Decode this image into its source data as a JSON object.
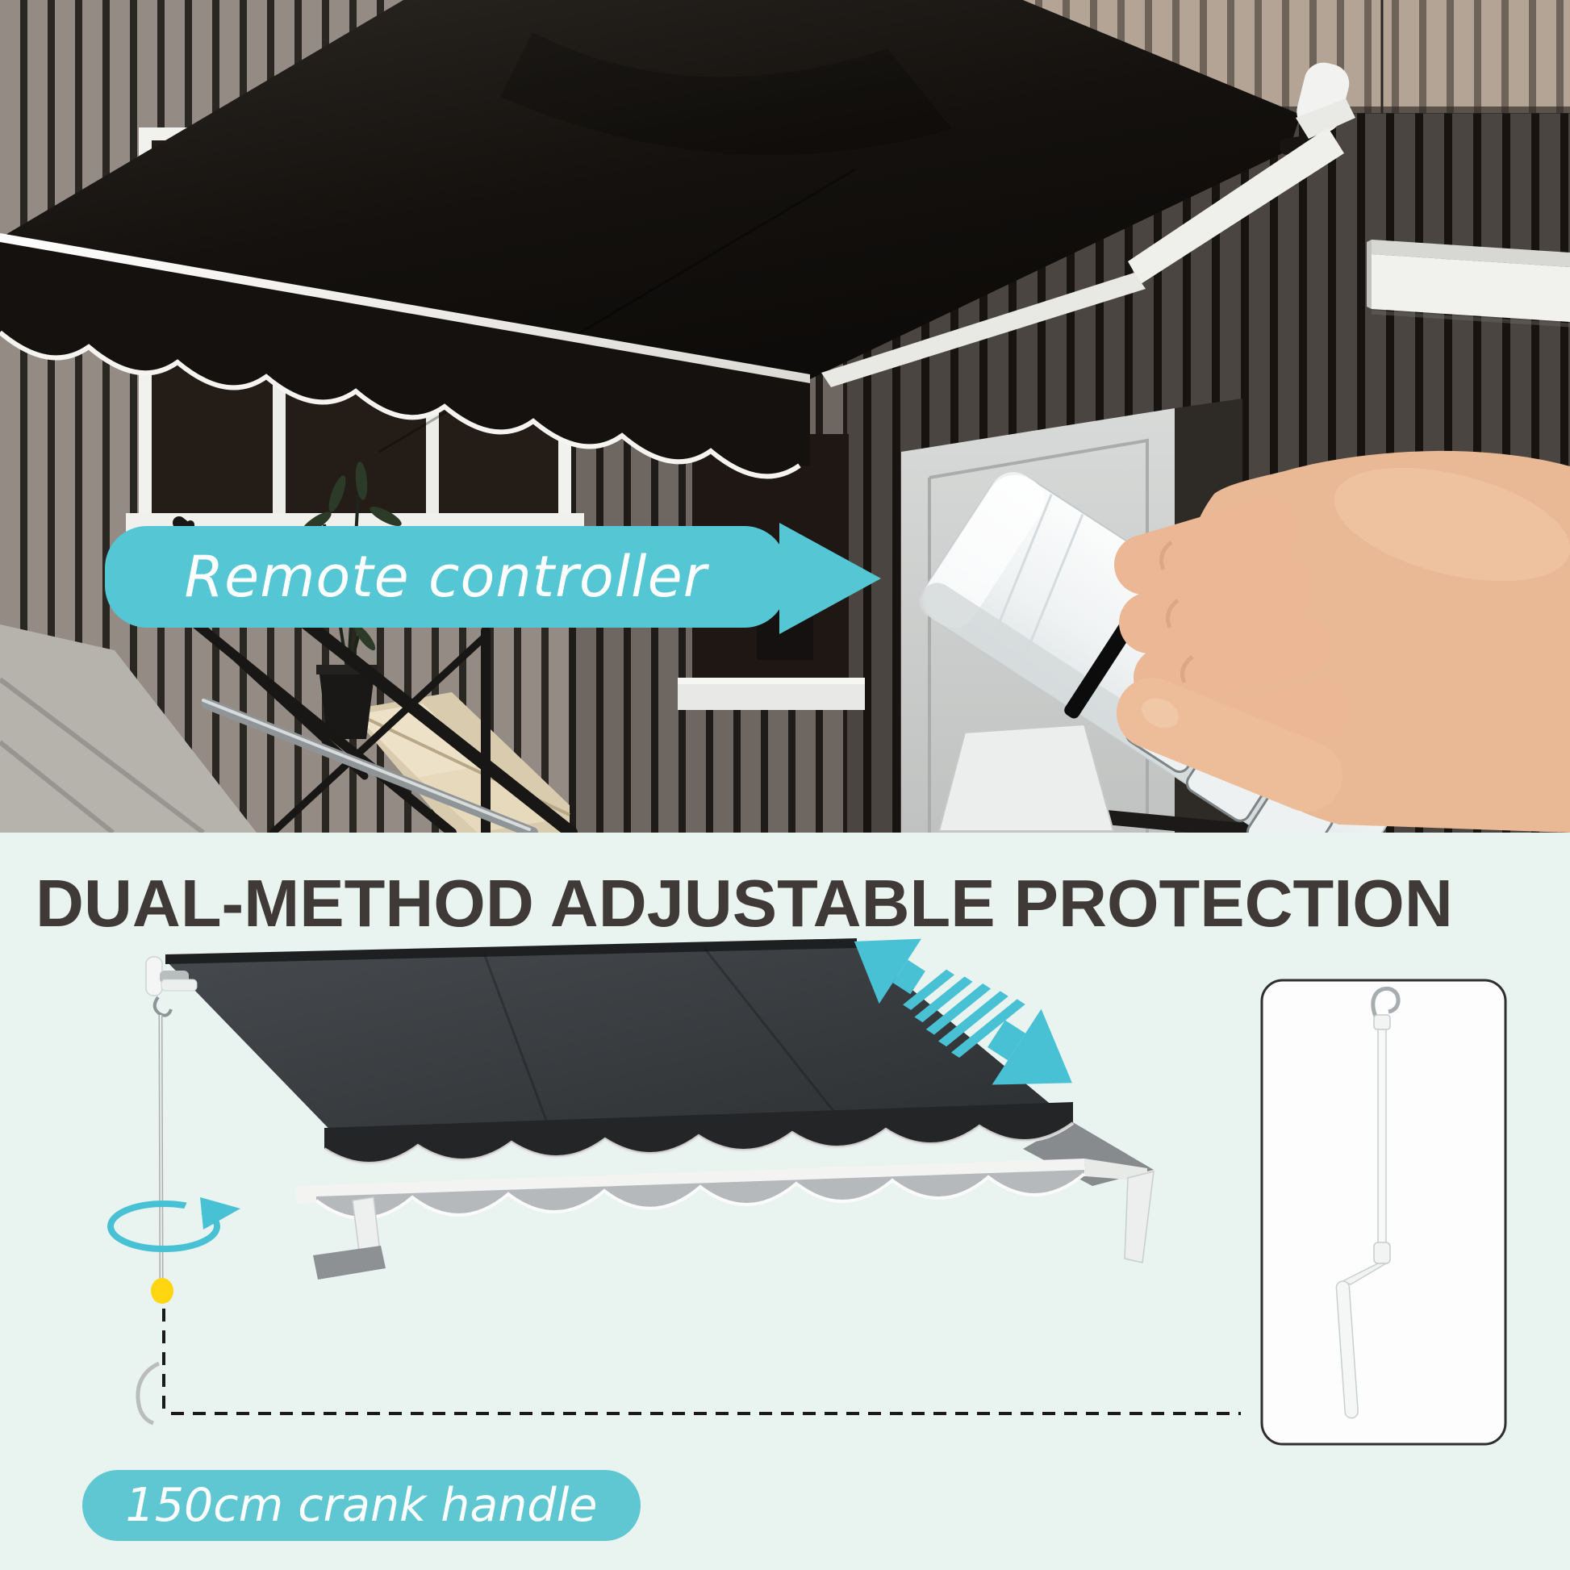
{
  "photo": {
    "label": "Remote controller"
  },
  "info": {
    "title": "DUAL-METHOD ADJUSTABLE PROTECTION",
    "pill": "150cm crank handle"
  },
  "colors": {
    "accent_teal": "#55C6D3",
    "arrow_teal": "#49C1D4",
    "yellow_dot": "#FFD60F",
    "title_text": "#3F3A37",
    "panel_background": "#E9F3EF",
    "awning_fabric_photo": "#14110E",
    "awning_fabric_render": "#35393C",
    "label_text": "#FFFFFF",
    "crank_box_border": "#2F2F2F"
  },
  "icons": [
    {
      "name": "pointer-arrow-icon",
      "meaning": "teal arrow pointing from label to remote"
    },
    {
      "name": "extend-retract-arrow-icon",
      "meaning": "teal double arrow showing extend/retract"
    },
    {
      "name": "rotation-arrow-icon",
      "meaning": "teal ellipse arrow showing crank rotation"
    },
    {
      "name": "crank-handle-icon",
      "meaning": "hand crank rod with hook"
    }
  ]
}
